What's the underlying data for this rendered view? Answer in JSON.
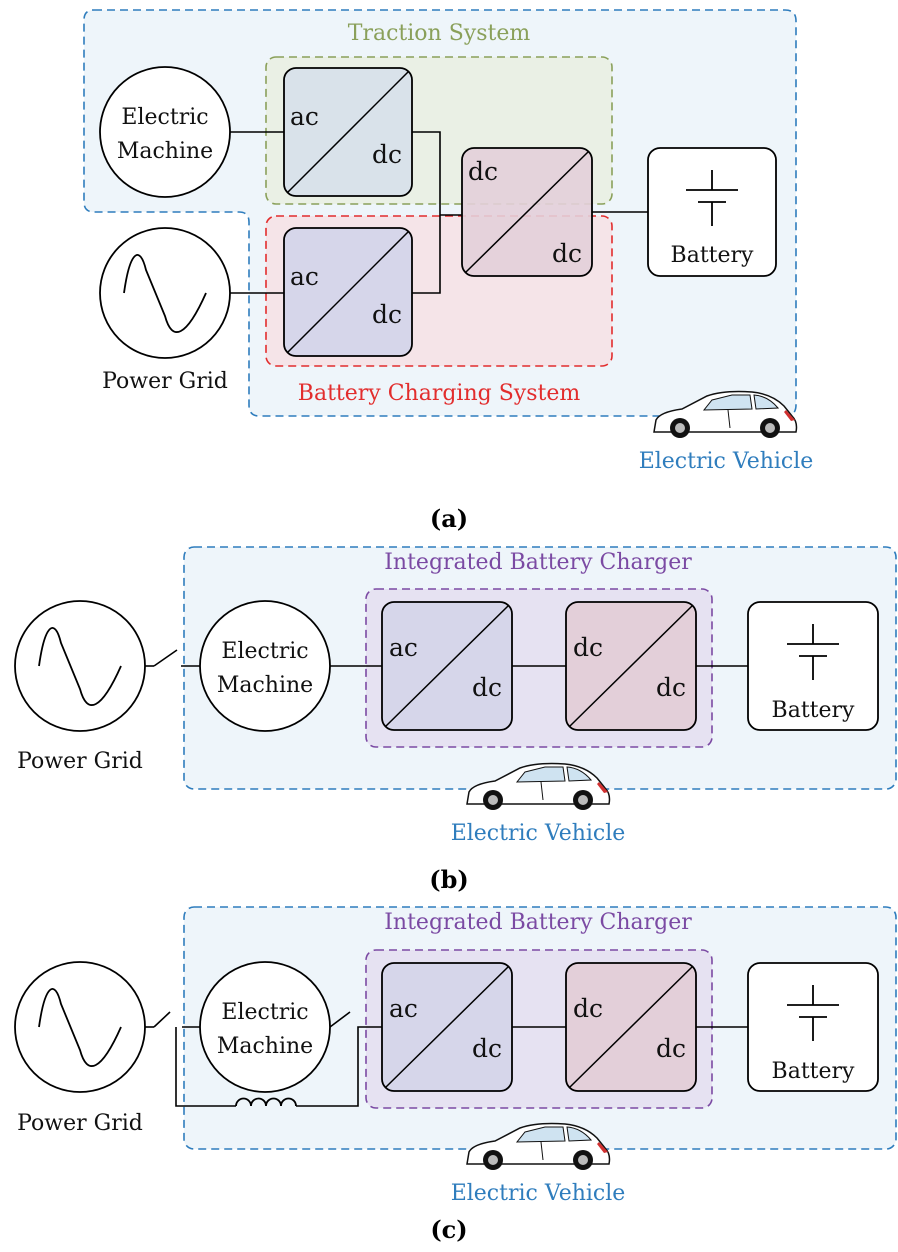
{
  "colors": {
    "ev_region_fill": "#eef5fa",
    "ev_region_stroke": "#2f7dbd",
    "traction_stroke": "#8aa05a",
    "traction_fill": "#e9eee0",
    "charging_stroke": "#e22d2d",
    "charging_fill": "#f6e0e4",
    "ibc_stroke": "#7b4aa3",
    "ibc_fill": "#e6e2f2",
    "conv_acdc_top": "#d9e2ea",
    "conv_acdc": "#d6d6ea",
    "conv_dcdc": "#e3cfd9",
    "line": "#000000"
  },
  "panel_a": {
    "traction_label": "Traction System",
    "charging_label": "Battery Charging System",
    "machine_label_line1": "Electric",
    "machine_label_line2": "Machine",
    "grid_label": "Power Grid",
    "battery_label": "Battery",
    "vehicle_label": "Electric Vehicle",
    "conv1_in": "ac",
    "conv1_out": "dc",
    "conv2_in": "ac",
    "conv2_out": "dc",
    "conv3_in": "dc",
    "conv3_out": "dc",
    "caption": "(a)"
  },
  "panel_b": {
    "ibc_label": "Integrated Battery Charger",
    "machine_label_line1": "Electric",
    "machine_label_line2": "Machine",
    "grid_label": "Power Grid",
    "battery_label": "Battery",
    "vehicle_label": "Electric Vehicle",
    "conv1_in": "ac",
    "conv1_out": "dc",
    "conv2_in": "dc",
    "conv2_out": "dc",
    "caption": "(b)"
  },
  "panel_c": {
    "ibc_label": "Integrated Battery Charger",
    "machine_label_line1": "Electric",
    "machine_label_line2": "Machine",
    "grid_label": "Power Grid",
    "battery_label": "Battery",
    "vehicle_label": "Electric Vehicle",
    "conv1_in": "ac",
    "conv1_out": "dc",
    "conv2_in": "dc",
    "conv2_out": "dc",
    "caption": "(c)"
  },
  "icons": {
    "car": "car-icon",
    "sine": "sine-wave-icon",
    "battery": "battery-symbol-icon",
    "switch": "switch-icon",
    "inductor": "inductor-icon"
  }
}
